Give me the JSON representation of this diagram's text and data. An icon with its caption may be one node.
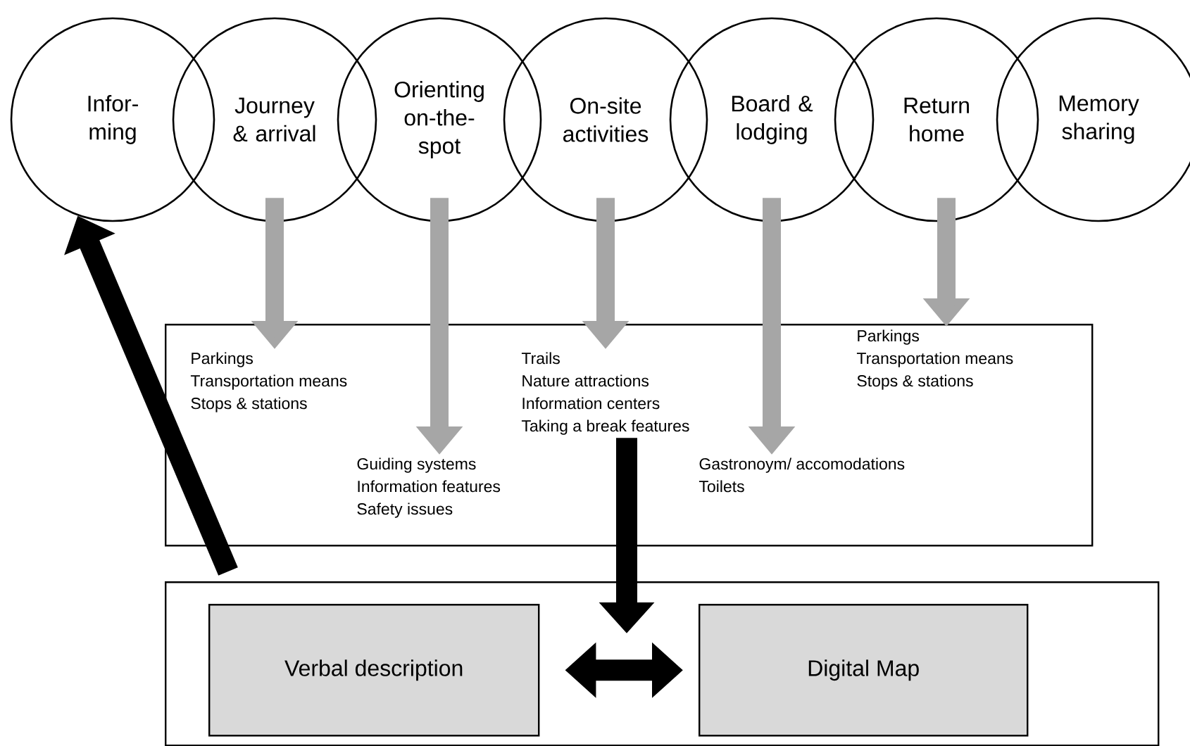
{
  "diagram": {
    "nodes": [
      {
        "text": [
          "Infor- ming"
        ]
      },
      {
        "text": [
          "Journey & arrival"
        ]
      },
      {
        "text": [
          "Orienting on-the- spot"
        ]
      },
      {
        "text": [
          "On-site activities"
        ]
      },
      {
        "text": [
          "Board & lodging"
        ]
      },
      {
        "text": [
          "Return home"
        ]
      },
      {
        "text": [
          "Memory sharing"
        ]
      },
      {
        "text": [],
        "shape": "box"
      },
      {
        "text": [
          "Parkings",
          "Transportation means",
          "Stops & stations"
        ],
        "in": 7
      },
      {
        "text": [
          "Guiding systems",
          "Information features",
          "Safety issues"
        ],
        "in": 7
      },
      {
        "text": [
          "Trails",
          "Nature  attractions",
          "Information centers",
          "Taking a break features"
        ],
        "in": 7
      },
      {
        "text": [
          "Gastronoym/ accomodations",
          "Toilets"
        ],
        "in": 7
      },
      {
        "text": [
          "Parkings",
          "Transportation means",
          "Stops & stations"
        ],
        "in": 7
      },
      {
        "text": [],
        "shape": "box"
      },
      {
        "text": [
          "Verbal description"
        ],
        "in": 13
      },
      {
        "text": [
          "Digital Map"
        ],
        "in": 13
      }
    ],
    "edges": [
      {
        "from": 1,
        "to": 8,
        "arrow": "to"
      },
      {
        "from": 2,
        "to": 9,
        "arrow": "to"
      },
      {
        "from": 3,
        "to": 10,
        "arrow": "to"
      },
      {
        "from": 4,
        "to": 11,
        "arrow": "to"
      },
      {
        "from": 5,
        "to": 12,
        "arrow": "to"
      },
      {
        "from": 10,
        "to": 13,
        "arrow": "to",
        "color": "#000000"
      },
      {
        "from": 14,
        "to": 15,
        "arrow": "both",
        "color": "#000000"
      },
      {
        "from": 13,
        "to": 0,
        "arrow": "to",
        "color": "#000000"
      }
    ]
  }
}
